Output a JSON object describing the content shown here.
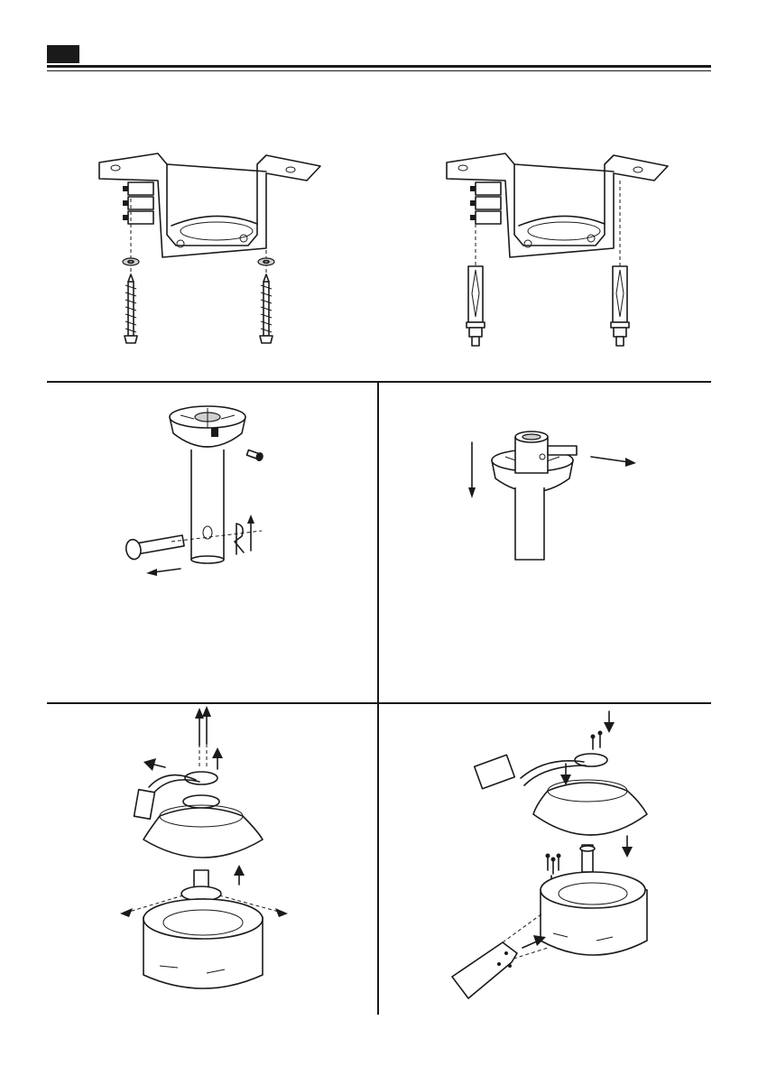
{
  "page": {
    "figures": [
      {
        "id": "bracket-wood-screws"
      },
      {
        "id": "bracket-anchor-bolts"
      },
      {
        "id": "downrod-pin-clip"
      },
      {
        "id": "downrod-insert"
      },
      {
        "id": "canopy-removal"
      },
      {
        "id": "motor-blade-assembly"
      }
    ]
  }
}
